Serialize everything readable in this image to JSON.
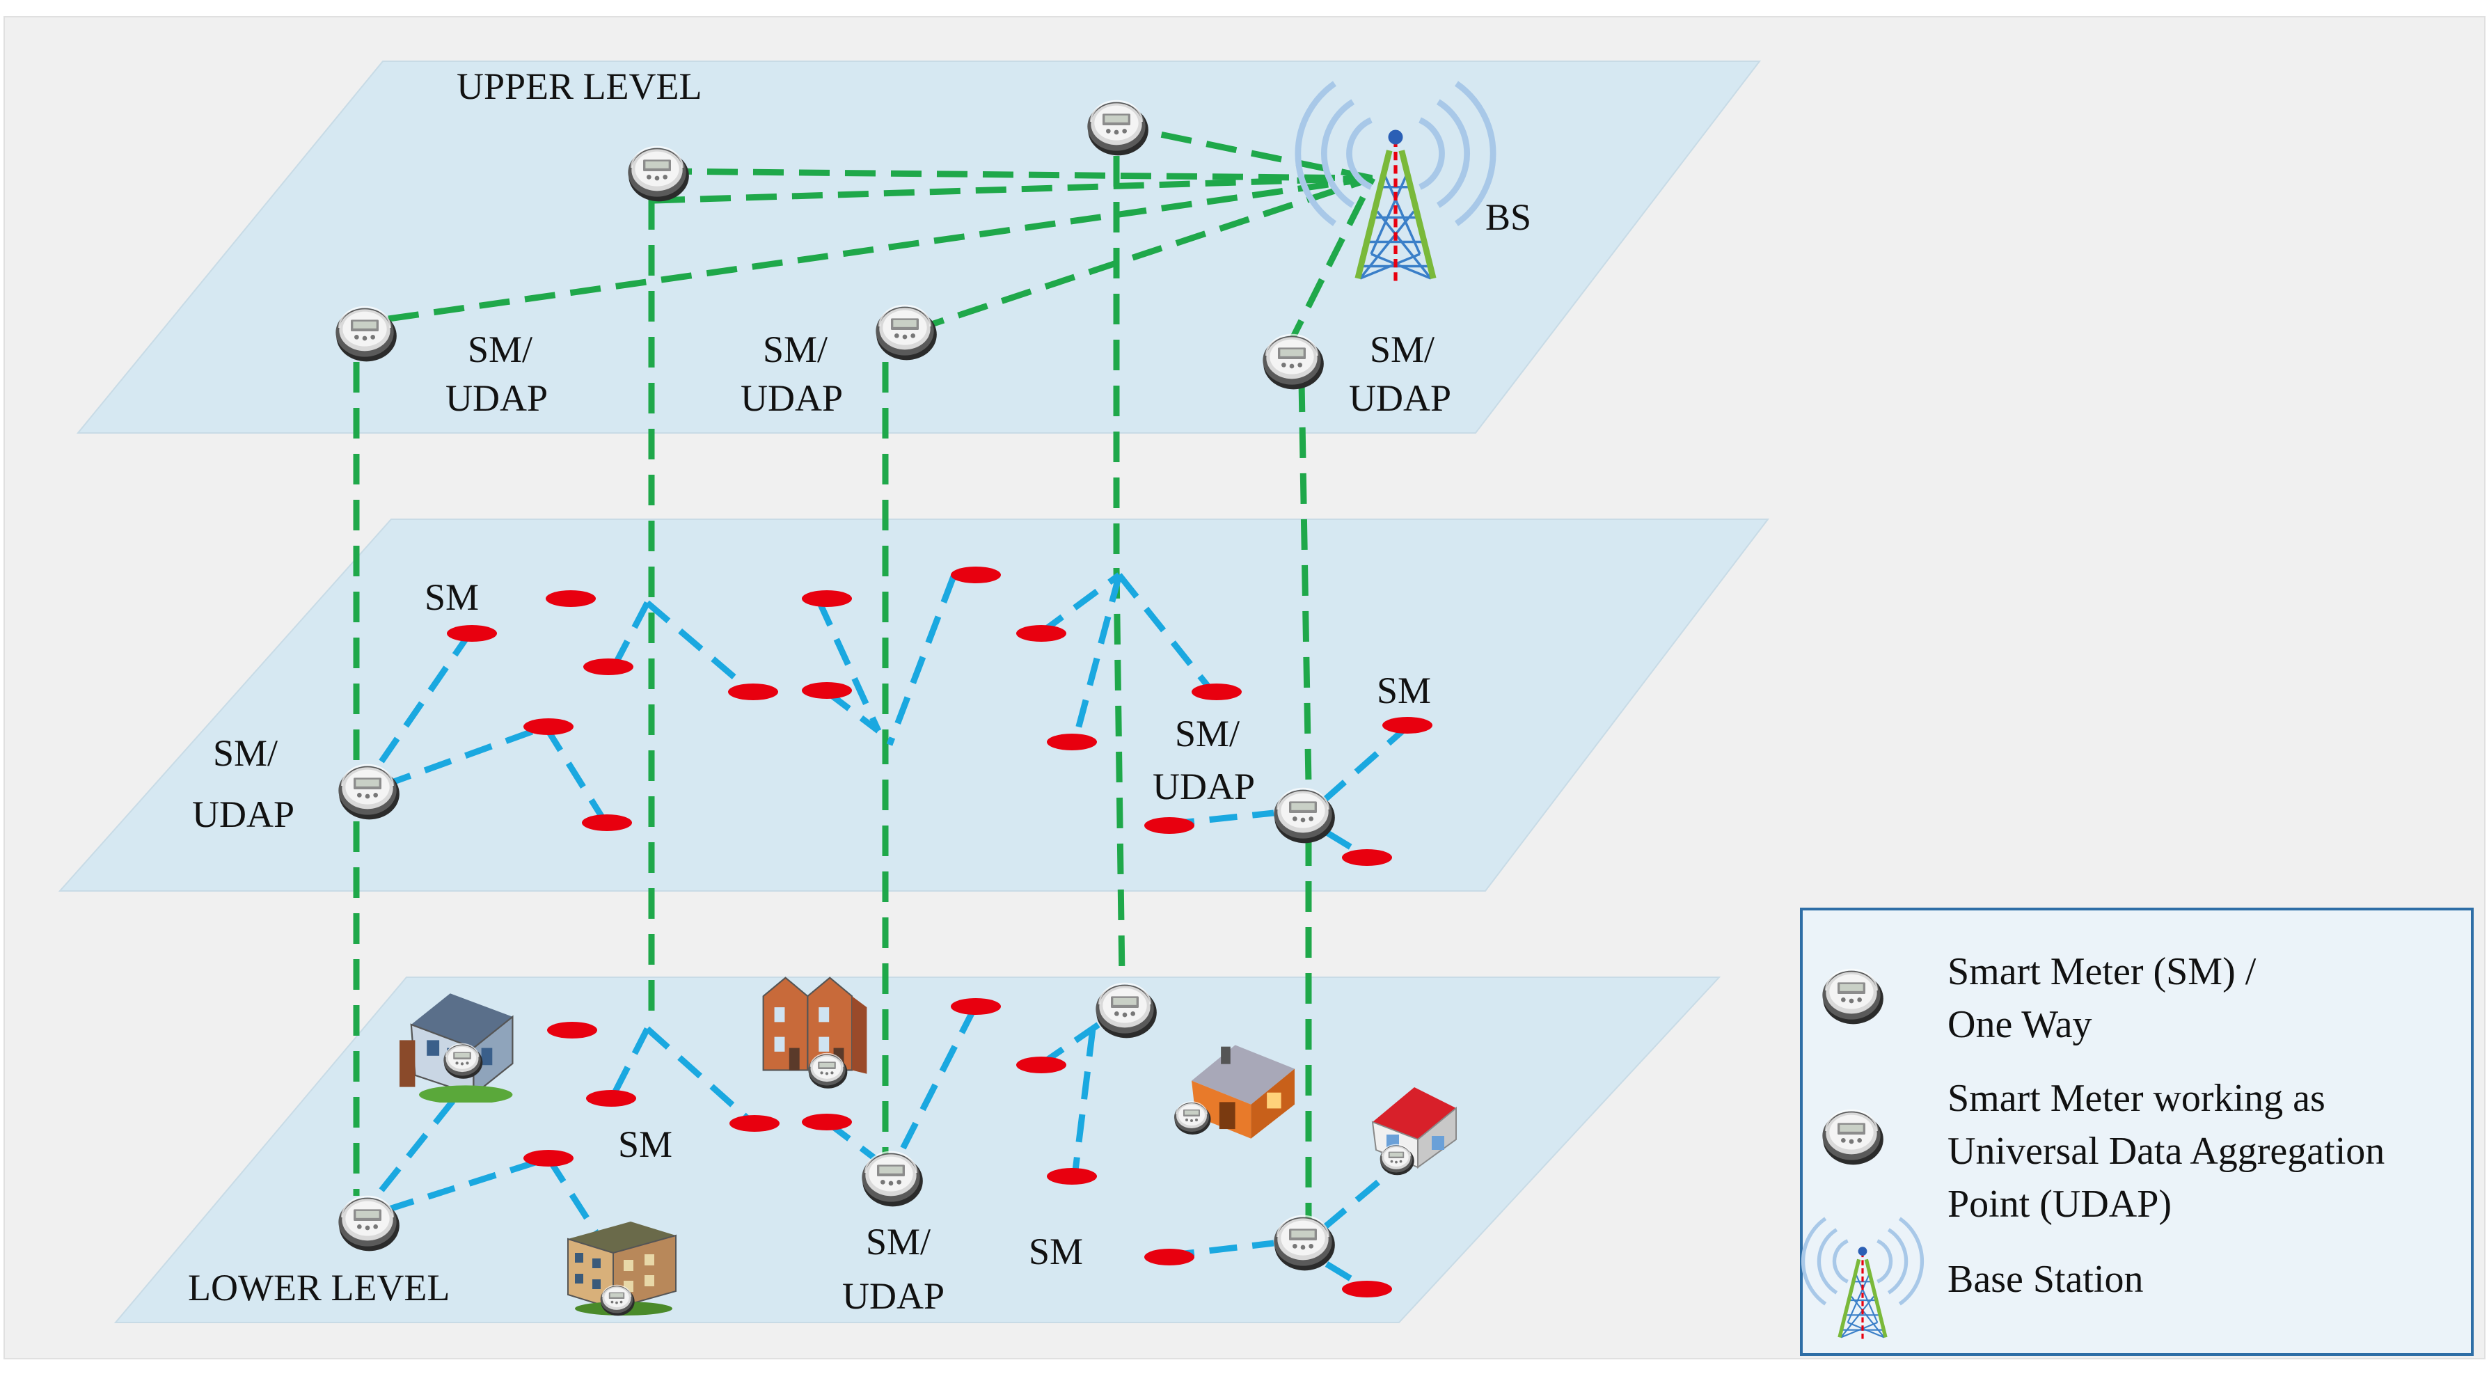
{
  "colors": {
    "background": "#f0f0f0",
    "plane_fill": "#d6e8f2",
    "backhaul_link": "#1fa84a",
    "local_link": "#1aa8e0",
    "sm_node": "#e8000f",
    "legend_border": "#2e6ea6",
    "tower_frame": "#7ab93a",
    "tower_lattice": "#3a7fc8",
    "tower_mast": "#e8000f",
    "house_roof_red": "#d8202a",
    "house_wall_orange": "#e87a2a"
  },
  "levels": {
    "upper": "UPPER LEVEL",
    "lower": "LOWER LEVEL"
  },
  "labels": {
    "bs": "BS",
    "sm_udap_line1": "SM/",
    "sm_udap_line2": "UDAP",
    "sm": "SM"
  },
  "legend": {
    "item1_line1": "Smart Meter (SM) /",
    "item1_line2": "One Way",
    "item2_line1": "Smart Meter working as",
    "item2_line2": "Universal Data Aggregation",
    "item2_line3": "Point (UDAP)",
    "item3": "Base Station"
  },
  "icons": {
    "meter": "smart-meter-icon",
    "tower": "base-station-tower-icon",
    "houses": [
      "townhouse-icon",
      "row-houses-icon",
      "apartment-building-icon",
      "orange-house-icon",
      "red-roof-house-icon"
    ]
  }
}
